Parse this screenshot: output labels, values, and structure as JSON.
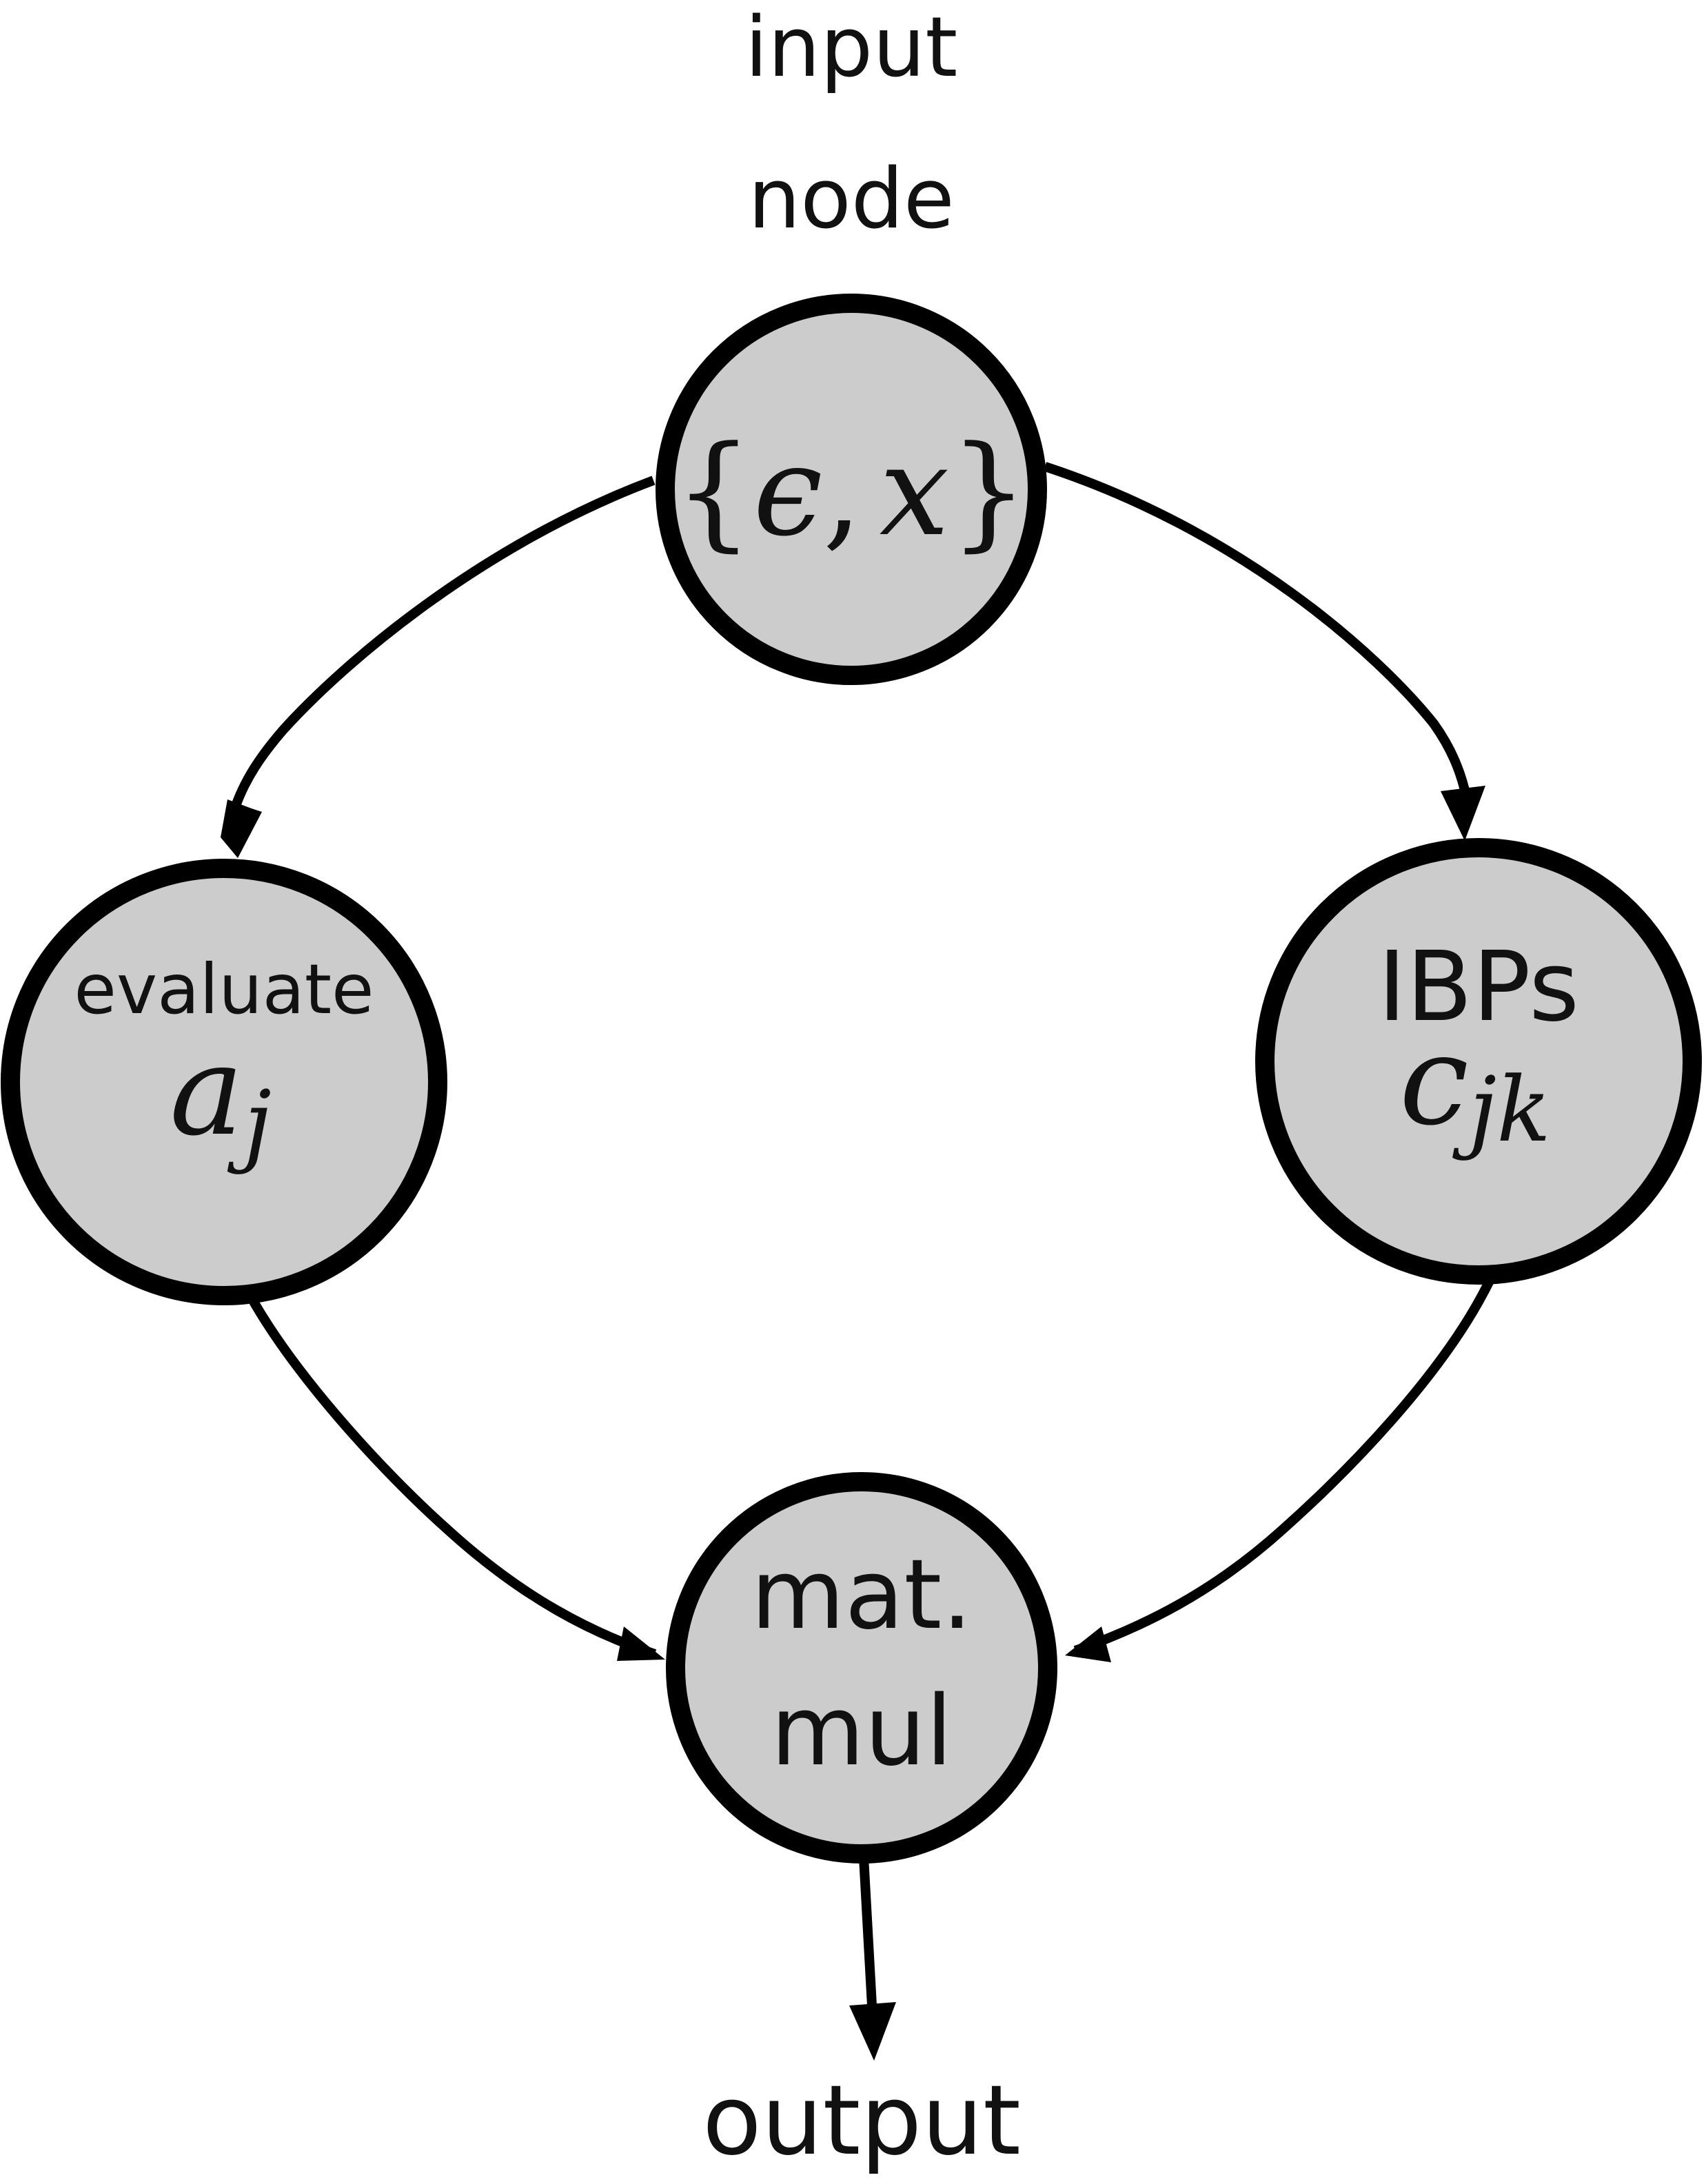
{
  "diagram": {
    "input_label": {
      "line1": "input",
      "line2": "node"
    },
    "nodes": {
      "input": {
        "label_open": "{",
        "label_eps": "ϵ",
        "label_comma": ",",
        "label_x": "x",
        "label_close": "}"
      },
      "evaluate": {
        "text": "evaluate",
        "math_main": "a",
        "math_sub": "j"
      },
      "ibps": {
        "text": "IBPs",
        "math_main": "c",
        "math_sub": "jk"
      },
      "matmul": {
        "line1": "mat.",
        "line2": "mul"
      }
    },
    "output_label": "output",
    "colors": {
      "node_fill": "#cccccc",
      "stroke": "#000000",
      "text": "#111111",
      "background": "#ffffff"
    }
  }
}
